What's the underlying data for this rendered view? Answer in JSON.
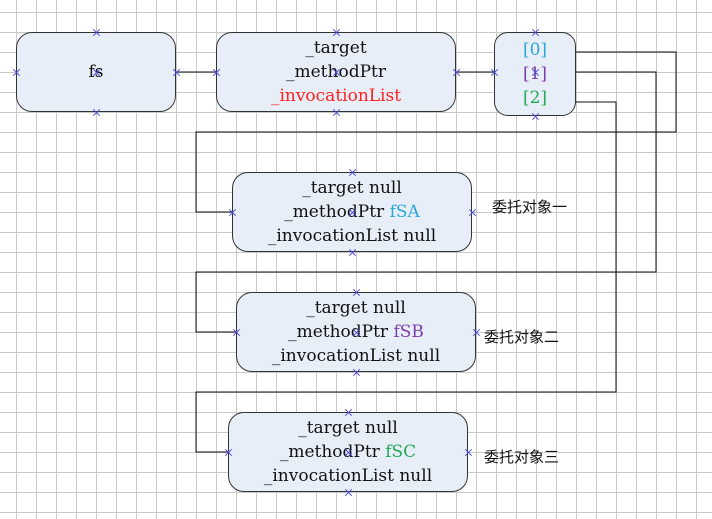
{
  "fs_box": {
    "label": "fs"
  },
  "delegate_main": {
    "line1": "_target",
    "line2": "_methodPtr",
    "line3": "_invocationList",
    "line3_color": "#ff2020"
  },
  "invocation_array": {
    "items": [
      {
        "text": "[0]",
        "color": "#2aa8d8"
      },
      {
        "text": "[1]",
        "color": "#7a3fa8"
      },
      {
        "text": "[2]",
        "color": "#22aa55"
      }
    ]
  },
  "delegates": [
    {
      "target": "_target null",
      "method_prefix": "_methodPtr ",
      "method_name": "fSA",
      "method_color": "#2aa8d8",
      "invocation": "_invocationList null",
      "caption": "委托对象一"
    },
    {
      "target": "_target null",
      "method_prefix": "_methodPtr ",
      "method_name": "fSB",
      "method_color": "#7a3fa8",
      "invocation": "_invocationList null",
      "caption": "委托对象二"
    },
    {
      "target": "_target null",
      "method_prefix": "_methodPtr ",
      "method_name": "fSC",
      "method_color": "#22aa55",
      "invocation": "_invocationList null",
      "caption": "委托对象三"
    }
  ]
}
